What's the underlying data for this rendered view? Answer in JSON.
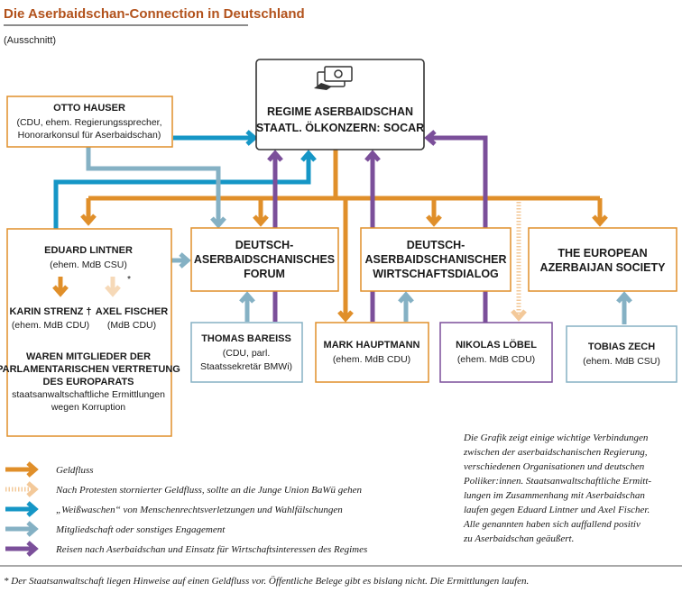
{
  "header": {
    "title": "Die Aserbaidschan-Connection in Deutschland",
    "subtitle": "(Ausschnitt)"
  },
  "center": {
    "line1": "REGIME ASERBAIDSCHAN",
    "line2": "STAATL. ÖLKONZERN: SOCAR",
    "icon": "money-transfer-icon"
  },
  "nodes": {
    "hauser": {
      "name": "OTTO HAUSER",
      "desc1": "(CDU, ehem. Regierungssprecher,",
      "desc2": "Honorarkonsul für Aserbaidschan)"
    },
    "lintner": {
      "name": "EDUARD LINTNER",
      "desc": "(ehem. MdB CSU)"
    },
    "strenz": {
      "name": "KARIN STRENZ †",
      "desc": "(ehem. MdB CDU)"
    },
    "fischer": {
      "name": "AXEL FISCHER",
      "desc": "(MdB CDU)",
      "mark": "*"
    },
    "lintner_note": {
      "l1": "WAREN MITGLIEDER DER",
      "l2": "PARLAMENTARISCHEN VERTRETUNG",
      "l3": "DES EUROPARATS",
      "l4": "staatsanwaltschaftliche Ermittlungen",
      "l5": "wegen Korruption"
    },
    "forum": {
      "l1": "DEUTSCH-",
      "l2": "ASERBAIDSCHANISCHES",
      "l3": "FORUM"
    },
    "dialog": {
      "l1": "DEUTSCH-",
      "l2": "ASERBAIDSCHANISCHER",
      "l3": "WIRTSCHAFTSDIALOG"
    },
    "society": {
      "l1": "THE EUROPEAN",
      "l2": "AZERBAIJAN SOCIETY"
    },
    "bareiss": {
      "name": "THOMAS BAREISS",
      "desc1": "(CDU, parl.",
      "desc2": "Staatssekretär BMWi)"
    },
    "hauptmann": {
      "name": "MARK HAUPTMANN",
      "desc": "(ehem. MdB CDU)"
    },
    "loebel": {
      "name": "NIKOLAS LÖBEL",
      "desc": "(ehem. MdB CDU)"
    },
    "zech": {
      "name": "TOBIAS ZECH",
      "desc": "(ehem. MdB CSU)"
    }
  },
  "legend": [
    {
      "label": "Geldfluss",
      "color": "#e08f2a",
      "style": "solid"
    },
    {
      "label": "Nach Protesten stornierter Geldfluss, sollte an die Junge Union BaWü gehen",
      "color": "#f3c99a",
      "style": "dotted"
    },
    {
      "label": "„Weißwaschen“ von Menschenrechtsverletzungen und Wahlfälschungen",
      "color": "#1596c6",
      "style": "solid"
    },
    {
      "label": "Mitgliedschaft oder sonstiges Engagement",
      "color": "#85b1c4",
      "style": "solid"
    },
    {
      "label": "Reisen nach Aserbaidschan und Einsatz für Wirtschaftsinteressen des Regimes",
      "color": "#7b4f9a",
      "style": "solid"
    }
  ],
  "note": {
    "l1": "Die Grafik zeigt einige wichtige Verbindungen",
    "l2": "zwischen der aserbaidschanischen Regierung,",
    "l3": "verschiedenen Organisationen und deutschen",
    "l4": "Poliiker:innen. Staatsanwaltschaftliche Ermitt-",
    "l5": "lungen im Zusammenhang mit Aserbaidschan",
    "l6": "laufen gegen Eduard Lintner und Axel Fischer.",
    "l7": "Alle genannten haben sich auffallend positiv",
    "l8": "zu Aserbaidschan geäußert."
  },
  "footnote": "* Der Staatsanwaltschaft liegen Hinweise auf einen Geldfluss vor. Öffentliche Belege gibt es bislang nicht. Die Ermittlungen laufen.",
  "colors": {
    "geldfluss": "#e08f2a",
    "storniert": "#f3c99a",
    "weisswaschen": "#1596c6",
    "mitgliedschaft": "#85b1c4",
    "reisen": "#7b4f9a",
    "title": "#b2521c"
  }
}
